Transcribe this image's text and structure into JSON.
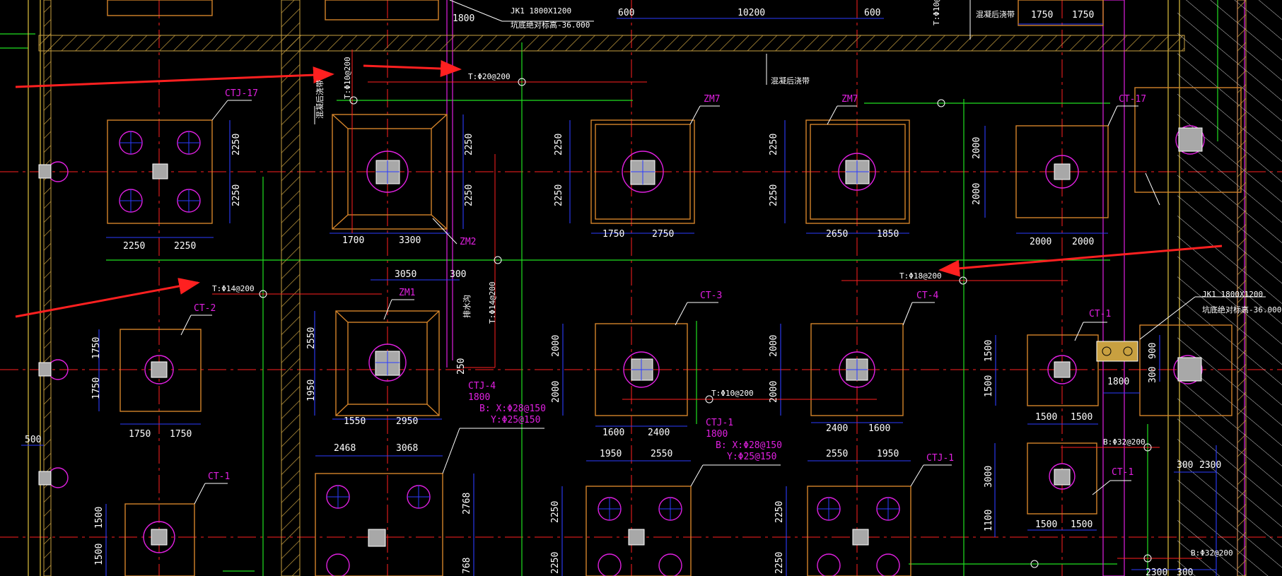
{
  "colors": {
    "background": "#000000",
    "foundation": "#d4842a",
    "hatch": "#c8a040",
    "dimension": "#2b3cff",
    "dim_text": "#ffffff",
    "axis": "#ff2020",
    "grid_green": "#20e020",
    "magenta": "#e020e0",
    "label": "#e020e0",
    "column_fill": "#a8a8a8",
    "arrow": "#ff2020",
    "white": "#ffffff"
  },
  "labels": {
    "ctj17_a": "CTJ-17",
    "ctj17_b": "CT-17",
    "zm7_a": "ZM7",
    "zm7_b": "ZM7",
    "zm2": "ZM2",
    "zm1": "ZM1",
    "ct2": "CT-2",
    "ct3": "CT-3",
    "ct4": "CT-4",
    "ct1_a": "CT-1",
    "ct1_b": "CT-1",
    "ct1_c": "CT-1",
    "ctj4": "CTJ-4",
    "ctj4_w": "1800",
    "ctj4_bx": "B: X:Φ28@150",
    "ctj4_by": "Y:Φ25@150",
    "ctj1_a": "CTJ-1",
    "ctj1_w": "1800",
    "ctj1_bx": "B: X:Φ28@150",
    "ctj1_by": "Y:Φ25@150",
    "ctj1_b": "CTJ-1"
  },
  "notes": {
    "jk1_top_a": "JK1 1800X1200",
    "jk1_top_b": "坑底绝对标高-36.000",
    "jk1_right_a": "JK1 1800X1200",
    "jk1_right_b": "坑底绝对标高-36.000",
    "rebar_t10_top": "T:Φ10@200",
    "rebar_t20": "T:Φ20@200",
    "rebar_t10_mid": "T:Φ10@200",
    "rebar_t14": "T:Φ14@200",
    "rebar_t14_v": "T:Φ14@200",
    "rebar_t18": "T:Φ18@200",
    "rebar_t10_ct3": "T:Φ10@200",
    "rebar_b32_a": "B:Φ32@200",
    "rebar_b32_b": "B:Φ32@200",
    "post_pour_a": "混凝后浇带",
    "post_pour_b": "混凝后浇带",
    "post_pour_c": "混凝后浇带",
    "drain_well": "排水沟"
  },
  "dims": {
    "top_1800": "1800",
    "top_600a": "600",
    "top_10200": "10200",
    "top_600b": "600",
    "top_1750a": "1750",
    "top_1750b": "1750",
    "ctj17_v1": "2250",
    "ctj17_v2": "2250",
    "ctj17_h1": "2250",
    "ctj17_h2": "2250",
    "zm2_v1": "2250",
    "zm2_v2": "2250",
    "zm2_h1": "1700",
    "zm2_h2": "3300",
    "zm7a_v1": "2250",
    "zm7a_v2": "2250",
    "zm7a_h1": "1750",
    "zm7a_h2": "2750",
    "zm7b_v1": "2250",
    "zm7b_v2": "2250",
    "zm7b_h1": "2650",
    "zm7b_h2": "1850",
    "ct17_v1": "2000",
    "ct17_v2": "2000",
    "ct17_h1": "2000",
    "ct17_h2": "2000",
    "zm1_top1": "3050",
    "zm1_top2": "300",
    "zm1_v1": "2550",
    "zm1_v2": "1950",
    "zm1_h1": "1550",
    "zm1_h2": "2950",
    "ct2_v1": "1750",
    "ct2_v2": "1750",
    "ct2_h1": "1750",
    "ct2_h2": "1750",
    "ct3_v1": "2000",
    "ct3_v2": "2000",
    "ct3_h1": "1600",
    "ct3_h2": "2400",
    "ct4_v1": "2000",
    "ct4_v2": "2000",
    "ct4_h1": "2400",
    "ct4_h2": "1600",
    "ct1r_v1": "1500",
    "ct1r_v2": "1500",
    "ct1r_h1": "1500",
    "ct1r_h2": "1500",
    "jk1_w": "1800",
    "jk1_v": "900",
    "jk1_v2": "300",
    "ct1b_v1": "3000",
    "ct1b_v2": "1100",
    "ct1b_h1": "1500",
    "ct1b_h2": "1500",
    "d_500": "500",
    "d_250": "250",
    "ctj4_h1": "2468",
    "ctj4_h2": "3068",
    "ctj4_v1": "2768",
    "ctj4_v2": "768",
    "ctj1a_h1": "1950",
    "ctj1a_h2": "2550",
    "ctj1a_v1": "2250",
    "ctj1a_v2": "2250",
    "ctj1b_h1": "2550",
    "ctj1b_h2": "1950",
    "ctj1b_v1": "2250",
    "ctj1b_v2": "2250",
    "ct1l_v1": "1500",
    "ct1l_v2": "1500",
    "r_300": "300",
    "r_2300a": "2300",
    "r_2300b": "2300",
    "r_300b": "300"
  }
}
